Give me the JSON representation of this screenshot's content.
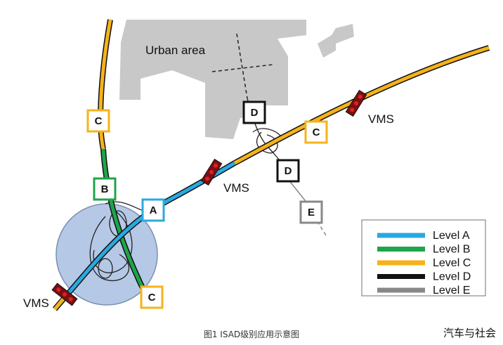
{
  "area_label": "Urban area",
  "vms_label": "VMS",
  "section_labels": {
    "a": "A",
    "b": "B",
    "c": "C",
    "d": "D",
    "e": "E"
  },
  "legend": [
    {
      "label": "Level A",
      "color": "#29a9e1"
    },
    {
      "label": "Level B",
      "color": "#1ea54b"
    },
    {
      "label": "Level C",
      "color": "#f5b31a"
    },
    {
      "label": "Level D",
      "color": "#111111"
    },
    {
      "label": "Level E",
      "color": "#888888"
    }
  ],
  "caption": "图1 ISAD级别应用示意图",
  "brand": "汽车与社会"
}
